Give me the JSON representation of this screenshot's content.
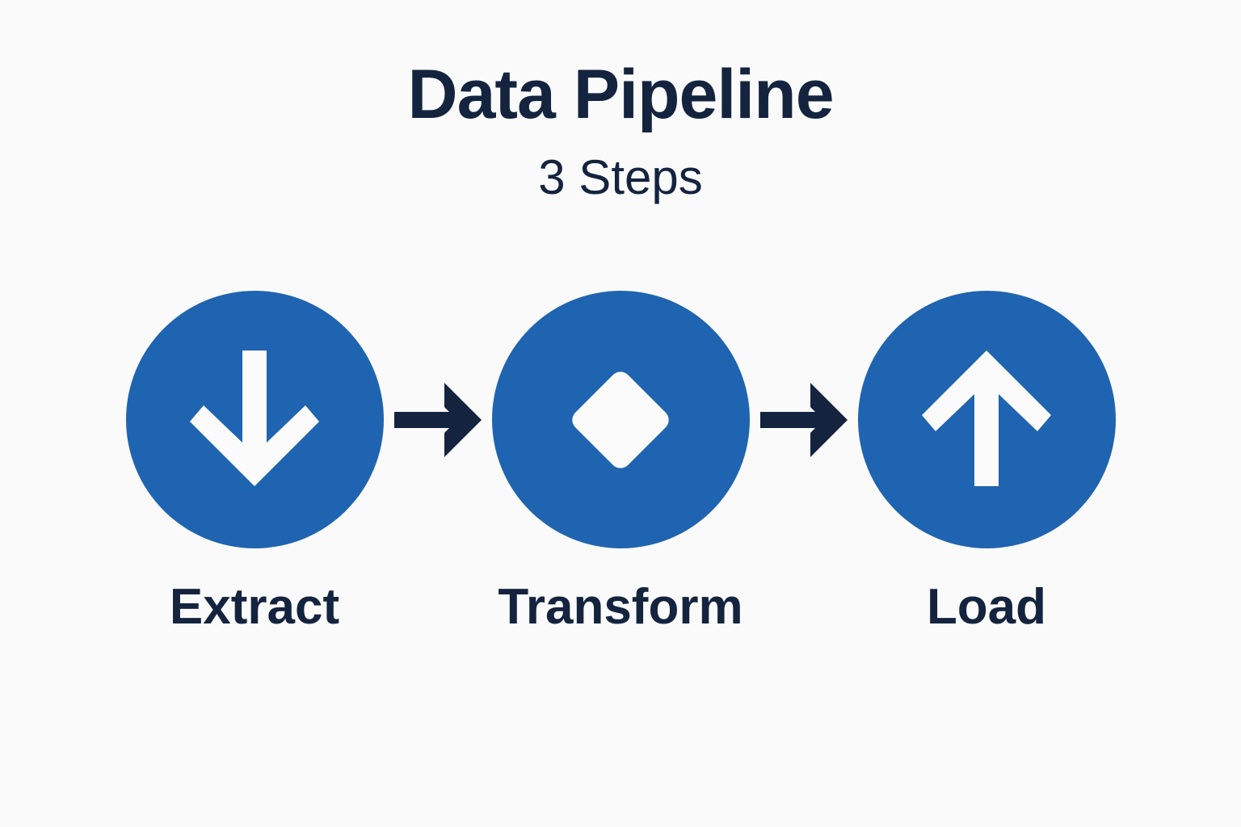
{
  "header": {
    "title": "Data Pipeline",
    "subtitle": "3 Steps"
  },
  "colors": {
    "background": "#fafafa",
    "circle_blue": "#1f64b0",
    "text_navy": "#14243f",
    "icon_white": "#fbfbfb",
    "arrow_navy": "#14243f"
  },
  "diagram": {
    "type": "pipeline",
    "step_count": 3,
    "steps": [
      {
        "label": "Extract",
        "icon": "arrow-down-icon"
      },
      {
        "label": "Transform",
        "icon": "diamond-icon"
      },
      {
        "label": "Load",
        "icon": "arrow-up-icon"
      }
    ],
    "connectors": [
      {
        "icon": "arrow-right-icon"
      },
      {
        "icon": "arrow-right-icon"
      }
    ]
  }
}
